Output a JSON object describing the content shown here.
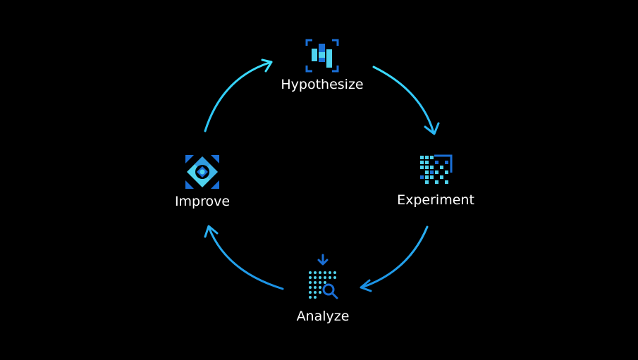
{
  "diagram": {
    "colors": {
      "background": "#000000",
      "arrow_start": "#3ee0ff",
      "arrow_end": "#1a8fe3",
      "icon_light": "#4fd3ee",
      "icon_dark": "#1a6fd6",
      "label": "#ffffff"
    },
    "nodes": [
      {
        "id": "hypothesize",
        "label": "Hypothesize",
        "icon": "hypothesize-icon"
      },
      {
        "id": "experiment",
        "label": "Experiment",
        "icon": "experiment-icon"
      },
      {
        "id": "analyze",
        "label": "Analyze",
        "icon": "analyze-icon"
      },
      {
        "id": "improve",
        "label": "Improve",
        "icon": "improve-icon"
      }
    ],
    "edges": [
      {
        "from": "hypothesize",
        "to": "experiment"
      },
      {
        "from": "experiment",
        "to": "analyze"
      },
      {
        "from": "analyze",
        "to": "improve"
      },
      {
        "from": "improve",
        "to": "hypothesize"
      }
    ]
  }
}
